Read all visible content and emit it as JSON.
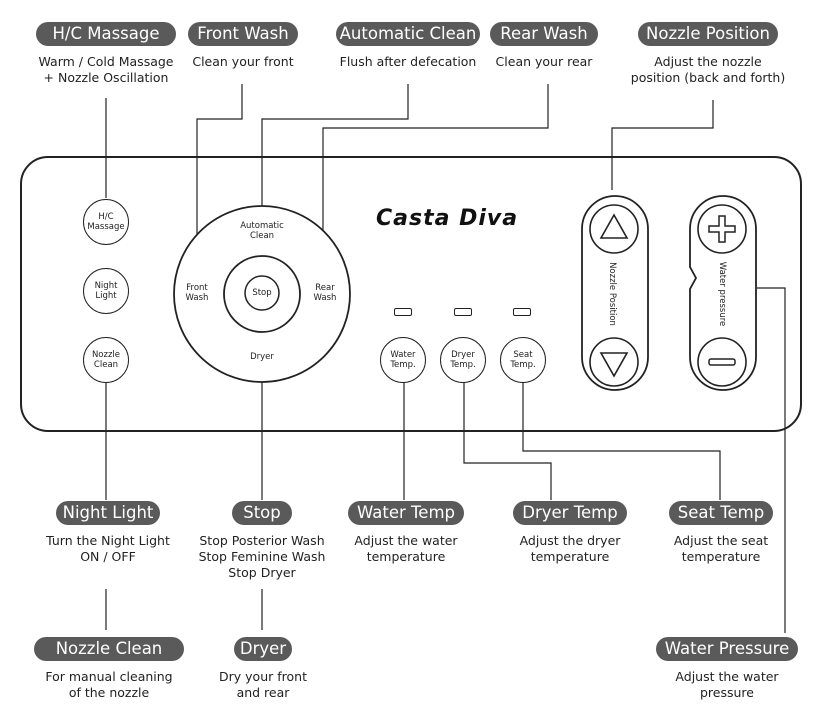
{
  "brand": "Casta Diva",
  "callouts": {
    "hc_massage": {
      "title": "H/C Massage",
      "desc": "Warm / Cold Massage\n+ Nozzle Oscillation"
    },
    "front_wash": {
      "title": "Front Wash",
      "desc": "Clean your front"
    },
    "automatic_clean": {
      "title": "Automatic Clean",
      "desc": "Flush after defecation"
    },
    "rear_wash": {
      "title": "Rear Wash",
      "desc": "Clean your rear"
    },
    "nozzle_position": {
      "title": "Nozzle Position",
      "desc": "Adjust the nozzle\nposition (back and forth)"
    },
    "night_light": {
      "title": "Night Light",
      "desc": "Turn the Night Light\nON / OFF"
    },
    "stop": {
      "title": "Stop",
      "desc": "Stop Posterior Wash\nStop Feminine Wash\nStop Dryer"
    },
    "water_temp": {
      "title": "Water Temp",
      "desc": "Adjust the water\ntemperature"
    },
    "dryer_temp": {
      "title": "Dryer Temp",
      "desc": "Adjust the dryer\ntemperature"
    },
    "seat_temp": {
      "title": "Seat Temp",
      "desc": "Adjust the seat\ntemperature"
    },
    "nozzle_clean": {
      "title": "Nozzle Clean",
      "desc": "For manual cleaning\nof the nozzle"
    },
    "dryer": {
      "title": "Dryer",
      "desc": "Dry your front\nand rear"
    },
    "water_pressure": {
      "title": "Water Pressure",
      "desc": "Adjust the water\npressure"
    }
  },
  "panel": {
    "hc_button": "H/C\nMassage",
    "night_light_button": "Night\nLight",
    "nozzle_clean_button": "Nozzle\nClean",
    "dial": {
      "top": "Automatic\nClean",
      "left": "Front\nWash",
      "right": "Rear\nWash",
      "bottom": "Dryer",
      "center": "Stop"
    },
    "water_temp_button": "Water\nTemp.",
    "dryer_temp_button": "Dryer\nTemp.",
    "seat_temp_button": "Seat\nTemp.",
    "nozzle_position_label": "Nozzle Position",
    "water_pressure_label": "Water pressure"
  }
}
